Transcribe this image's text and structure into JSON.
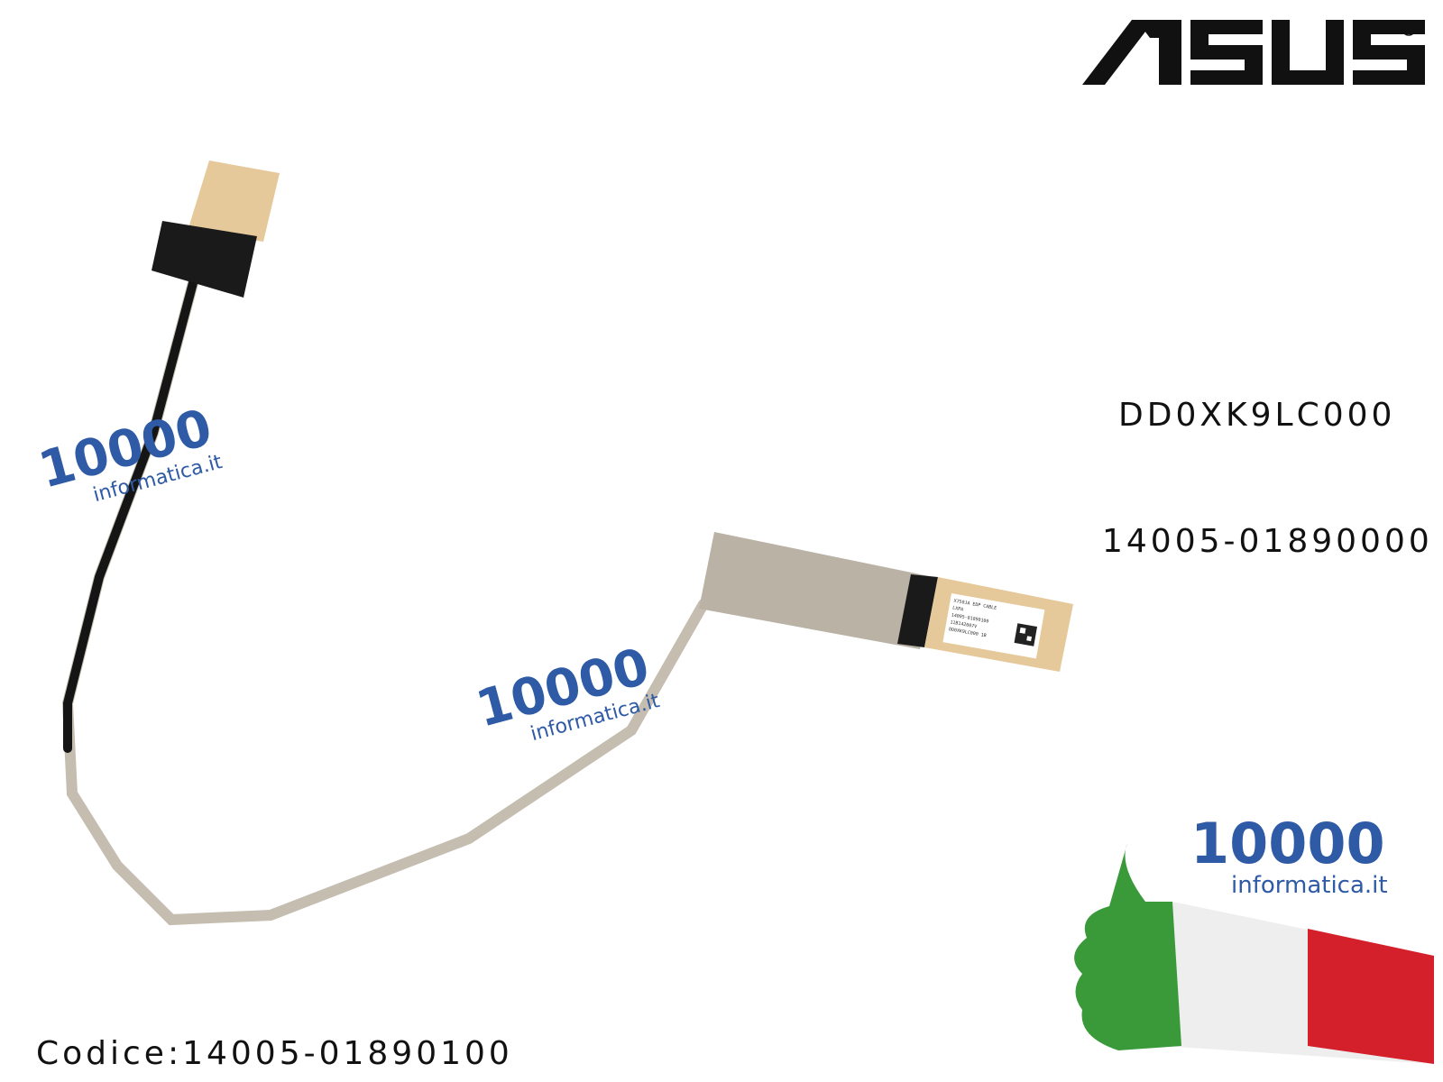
{
  "brand": {
    "logo_text": "ASUS",
    "registered": "®"
  },
  "product_codes": {
    "code_1": "DD0XK9LC000",
    "code_2": "14005-01890000",
    "codice": "Codice:14005-01890100"
  },
  "cable_label": {
    "lines": [
      "X750JA EDP CABLE",
      "LXPA",
      "14005-01890100",
      "11B142007V",
      "DD0XK9LC000   1B"
    ]
  },
  "watermark": {
    "number": "10000",
    "domain": "informatica.it"
  },
  "colors": {
    "watermark_blue": "#2e5aa6",
    "flag_green": "#3a9a3a",
    "flag_red": "#d4202a",
    "cable_grey": "#c4bdb0",
    "connector_tan": "#e6c99a"
  }
}
